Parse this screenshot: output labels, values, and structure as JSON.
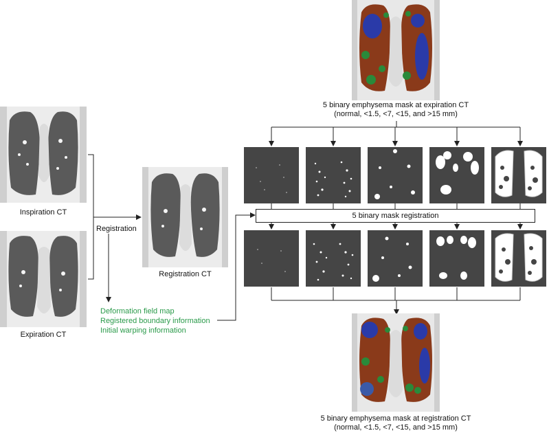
{
  "labels": {
    "inspiration_ct": "Inspiration CT",
    "expiration_ct": "Expiration CT",
    "registration": "Registration",
    "registration_ct": "Registration CT",
    "mask_registration": "5 binary mask registration",
    "top_caption_line1": "5 binary emphysema mask at expiration CT",
    "top_caption_line2": "(normal, <1.5, <7, <15, and >15 mm)",
    "bottom_caption_line1": "5 binary emphysema mask at registration CT",
    "bottom_caption_line2": "(normal, <1.5, <7, <15, and >15 mm)"
  },
  "outputs": [
    "Deformation field map",
    "Registered boundary information",
    "Initial warping information"
  ],
  "colors": {
    "line": "#222222",
    "green_text": "#2a9a4a",
    "mask_bg": "#454545",
    "lung_dark": "#3a3a3a",
    "overlay_blue": "#2a3aa8",
    "overlay_brown": "#8a3a1a",
    "overlay_green": "#2a8a3a"
  }
}
